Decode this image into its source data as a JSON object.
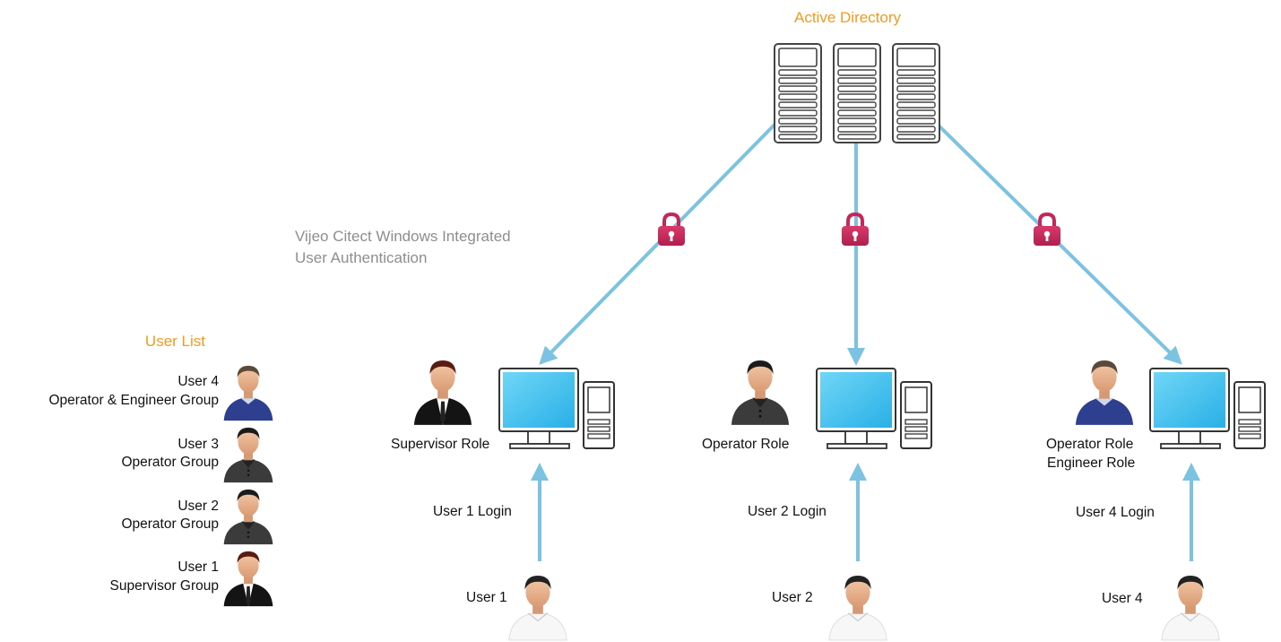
{
  "title": "Active Directory",
  "auth_label": {
    "line1": "Vijeo Citect Windows Integrated",
    "line2": "User Authentication"
  },
  "user_list": {
    "heading": "User List",
    "entries": [
      {
        "name": "User 4",
        "group": "Operator & Engineer Group",
        "avatar": "casual-user-icon"
      },
      {
        "name": "User 3",
        "group": "Operator Group",
        "avatar": "operator-user-icon"
      },
      {
        "name": "User 2",
        "group": "Operator Group",
        "avatar": "operator-user-icon"
      },
      {
        "name": "User 1",
        "group": "Supervisor Group",
        "avatar": "supervisor-user-icon"
      }
    ]
  },
  "workstations": [
    {
      "role_lines": [
        "Supervisor Role"
      ],
      "login": "User 1 Login",
      "user": "User 1",
      "avatar": "supervisor-user-icon"
    },
    {
      "role_lines": [
        "Operator Role"
      ],
      "login": "User 2 Login",
      "user": "User 2",
      "avatar": "operator-user-icon"
    },
    {
      "role_lines": [
        "Operator Role",
        "Engineer Role"
      ],
      "login": "User 4 Login",
      "user": "User 4",
      "avatar": "casual-user-icon"
    }
  ],
  "colors": {
    "connector": "#7cc3e2",
    "lock": "#c4275a",
    "accent_orange": "#f39a1e",
    "screen": "#3fc1ee"
  }
}
